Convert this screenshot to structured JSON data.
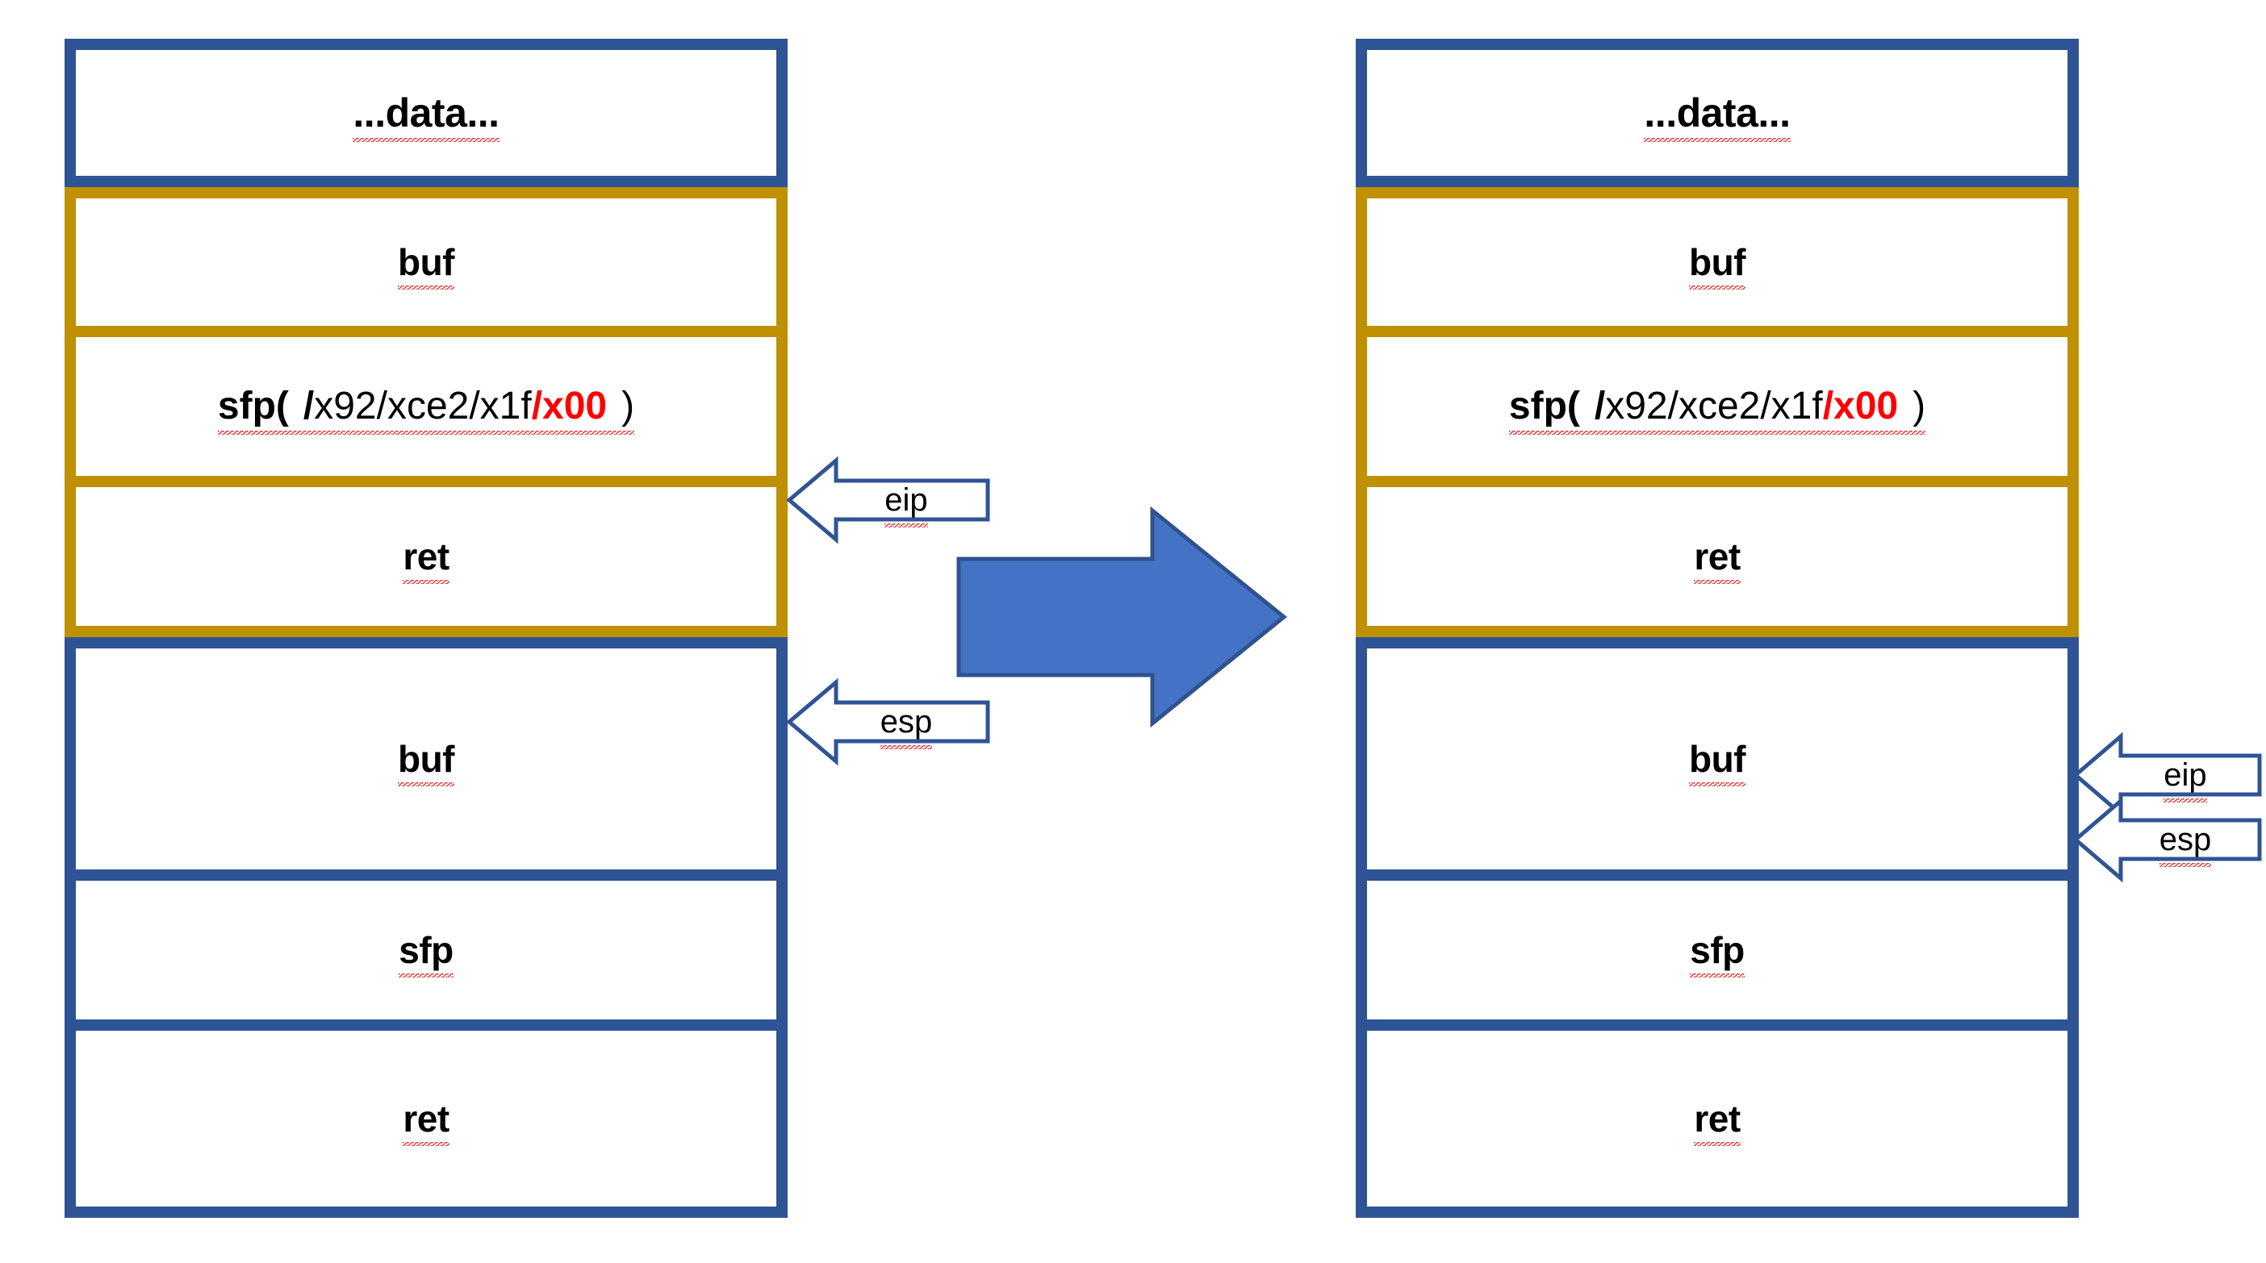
{
  "diagram": {
    "title": "Stack buffer-overflow before/after diagram",
    "colors": {
      "blue_border": "#2F5496",
      "gold_border": "#BF9000",
      "arrow_fill": "#4472C4",
      "arrow_stroke": "#2F528F",
      "highlight_red": "#FF0000",
      "text": "#000000",
      "background": "#FFFFFF"
    }
  },
  "left_stack": {
    "name": "before-stack",
    "rows": [
      {
        "id": "data",
        "label": "...data...",
        "frame": "blue"
      },
      {
        "id": "buf-top",
        "label": "buf",
        "frame": "gold"
      },
      {
        "id": "sfp-payload",
        "frame": "gold",
        "parts": {
          "prefix": "sfp(",
          "slash": "/",
          "middle": "x92/xce2/x1f",
          "null_bytes": "/x00",
          "suffix": ")"
        },
        "plain": "sfp( /x92/xce2/x1f/x00 )"
      },
      {
        "id": "ret-top",
        "label": "ret",
        "frame": "gold"
      },
      {
        "id": "buf-bottom",
        "label": "buf",
        "frame": "blue"
      },
      {
        "id": "sfp-bottom",
        "label": "sfp",
        "frame": "blue"
      },
      {
        "id": "ret-bottom",
        "label": "ret",
        "frame": "blue"
      }
    ],
    "pointers": [
      {
        "id": "eip",
        "label": "eip",
        "target_row": "boundary-sfp-ret"
      },
      {
        "id": "esp",
        "label": "esp",
        "target_row": "buf-bottom"
      }
    ]
  },
  "transition": {
    "name": "transition-arrow",
    "direction": "right"
  },
  "right_stack": {
    "name": "after-stack",
    "rows": [
      {
        "id": "data",
        "label": "...data...",
        "frame": "blue"
      },
      {
        "id": "buf-top",
        "label": "buf",
        "frame": "gold"
      },
      {
        "id": "sfp-payload",
        "frame": "gold",
        "parts": {
          "prefix": "sfp(",
          "slash": "/",
          "middle": "x92/xce2/x1f",
          "null_bytes": "/x00",
          "suffix": ")"
        },
        "plain": "sfp( /x92/xce2/x1f/x00 )"
      },
      {
        "id": "ret-top",
        "label": "ret",
        "frame": "gold"
      },
      {
        "id": "buf-bottom",
        "label": "buf",
        "frame": "blue"
      },
      {
        "id": "sfp-bottom",
        "label": "sfp",
        "frame": "blue"
      },
      {
        "id": "ret-bottom",
        "label": "ret",
        "frame": "blue"
      }
    ],
    "pointers": [
      {
        "id": "eip",
        "label": "eip",
        "target_row": "buf-bottom"
      },
      {
        "id": "esp",
        "label": "esp",
        "target_row": "buf-bottom"
      }
    ]
  }
}
